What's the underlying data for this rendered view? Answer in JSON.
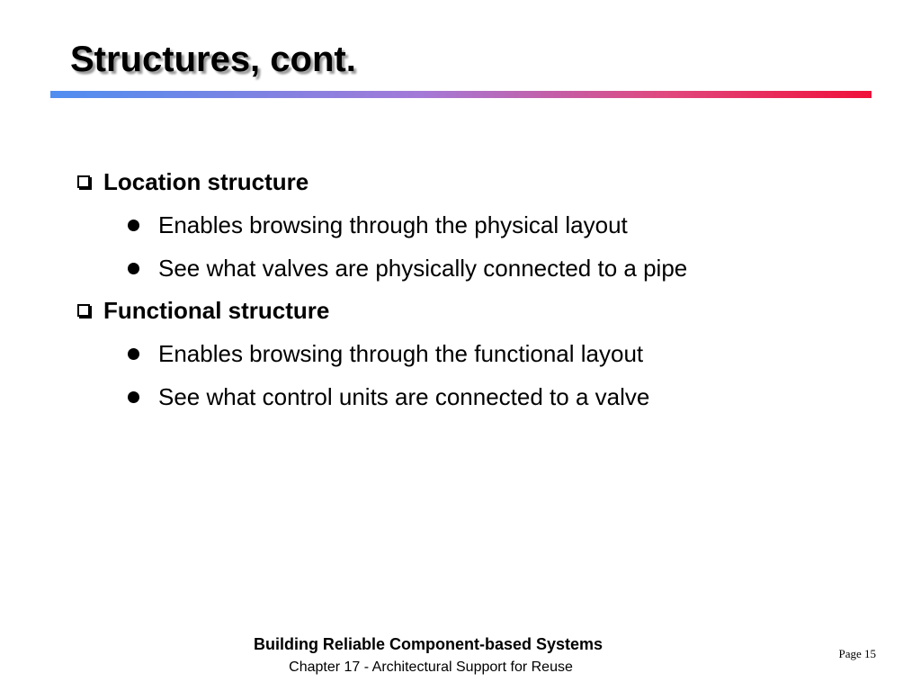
{
  "slide": {
    "title": "Structures, cont.",
    "sections": [
      {
        "heading": "Location structure",
        "bullets": [
          "Enables browsing through the physical layout",
          "See what valves are physically connected to a pipe"
        ]
      },
      {
        "heading": "Functional structure",
        "bullets": [
          "Enables browsing through the functional layout",
          "See what control units are connected to a valve"
        ]
      }
    ]
  },
  "footer": {
    "book_title": "Building Reliable Component-based Systems",
    "chapter": "Chapter 17 - Architectural Support for Reuse",
    "page": "Page 15"
  },
  "colors": {
    "rule_start": "#4f8ef0",
    "rule_end": "#f0103a"
  }
}
